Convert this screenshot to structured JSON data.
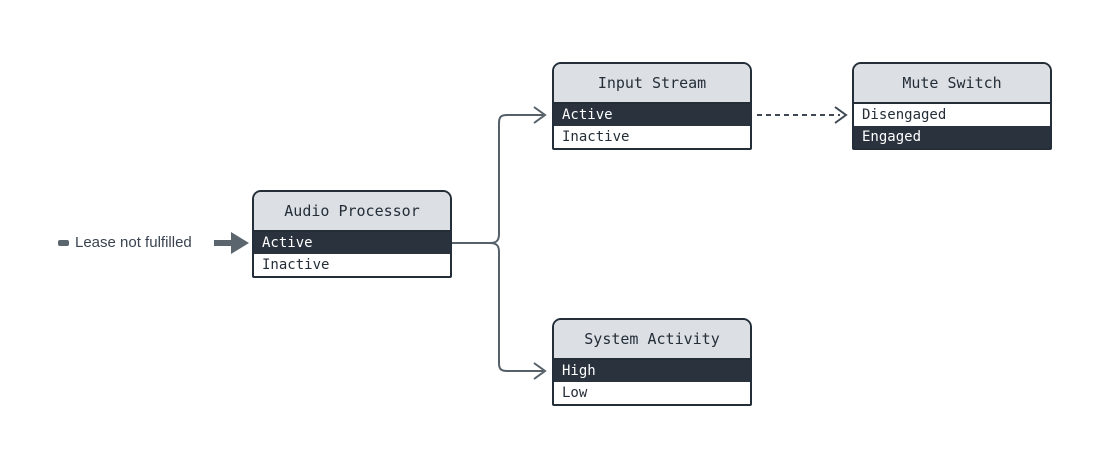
{
  "diagram": {
    "nodes": [
      {
        "id": "audio-processor",
        "title": "Audio Processor",
        "states": [
          {
            "label": "Active",
            "highlighted": true
          },
          {
            "label": "Inactive",
            "highlighted": false
          }
        ]
      },
      {
        "id": "input-stream",
        "title": "Input Stream",
        "states": [
          {
            "label": "Active",
            "highlighted": true
          },
          {
            "label": "Inactive",
            "highlighted": false
          }
        ]
      },
      {
        "id": "mute-switch",
        "title": "Mute Switch",
        "states": [
          {
            "label": "Disengaged",
            "highlighted": false
          },
          {
            "label": "Engaged",
            "highlighted": true
          }
        ]
      },
      {
        "id": "system-activity",
        "title": "System Activity",
        "states": [
          {
            "label": "High",
            "highlighted": true
          },
          {
            "label": "Low",
            "highlighted": false
          }
        ]
      }
    ],
    "edges": [
      {
        "from": "Audio Processor.Active",
        "to": "Input Stream.Active",
        "style": "solid"
      },
      {
        "from": "Audio Processor.Active",
        "to": "System Activity.High",
        "style": "solid"
      },
      {
        "from": "Input Stream.Active",
        "to": "Mute Switch.Disengaged",
        "style": "dashed"
      }
    ],
    "annotation": {
      "label": "Lease not fulfilled"
    },
    "colors": {
      "background": "#ffffff",
      "node_border": "#242e38",
      "header_bg": "#dcdfe3",
      "highlight_row_bg": "#2a323d",
      "highlight_row_text": "#ffffff",
      "row_text": "#242e38",
      "connector": "#556069",
      "annotation_text": "#3a4450",
      "annotation_arrow": "#5b656e"
    }
  }
}
